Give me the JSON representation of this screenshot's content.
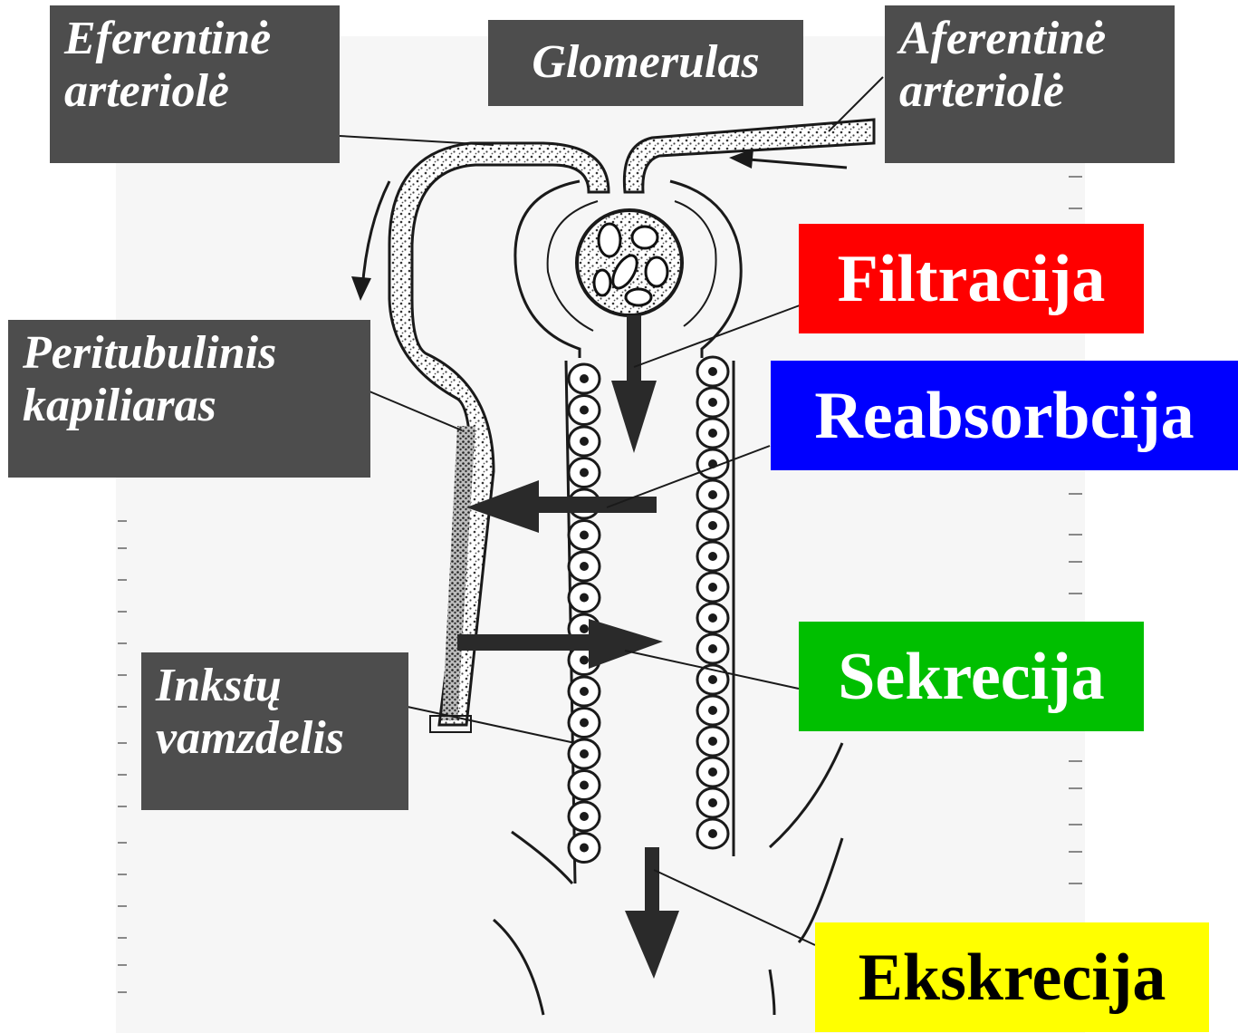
{
  "labels": {
    "efferent": {
      "line1": "Eferentinė",
      "line2": "arteriolė"
    },
    "glomerulus": "Glomerulas",
    "afferent": {
      "line1": "Aferentinė",
      "line2": "arteriolė"
    },
    "peritubular": {
      "line1": "Peritubulinis",
      "line2": "kapiliaras"
    },
    "tubule": {
      "line1": "Inkstų",
      "line2": "vamzdelis"
    }
  },
  "processes": {
    "filtration": {
      "label": "Filtracija",
      "bg": "#ff0000",
      "color": "#ffffff"
    },
    "reabsorption": {
      "label": "Reabsorbcija",
      "bg": "#0000ff",
      "color": "#ffffff"
    },
    "secretion": {
      "label": "Sekrecija",
      "bg": "#00bf00",
      "color": "#ffffff"
    },
    "excretion": {
      "label": "Ekskrecija",
      "bg": "#ffff00",
      "color": "#000000"
    }
  },
  "colors": {
    "label_bg": "#4d4d4d",
    "line": "#1a1a1a",
    "paper": "#f6f6f6"
  }
}
